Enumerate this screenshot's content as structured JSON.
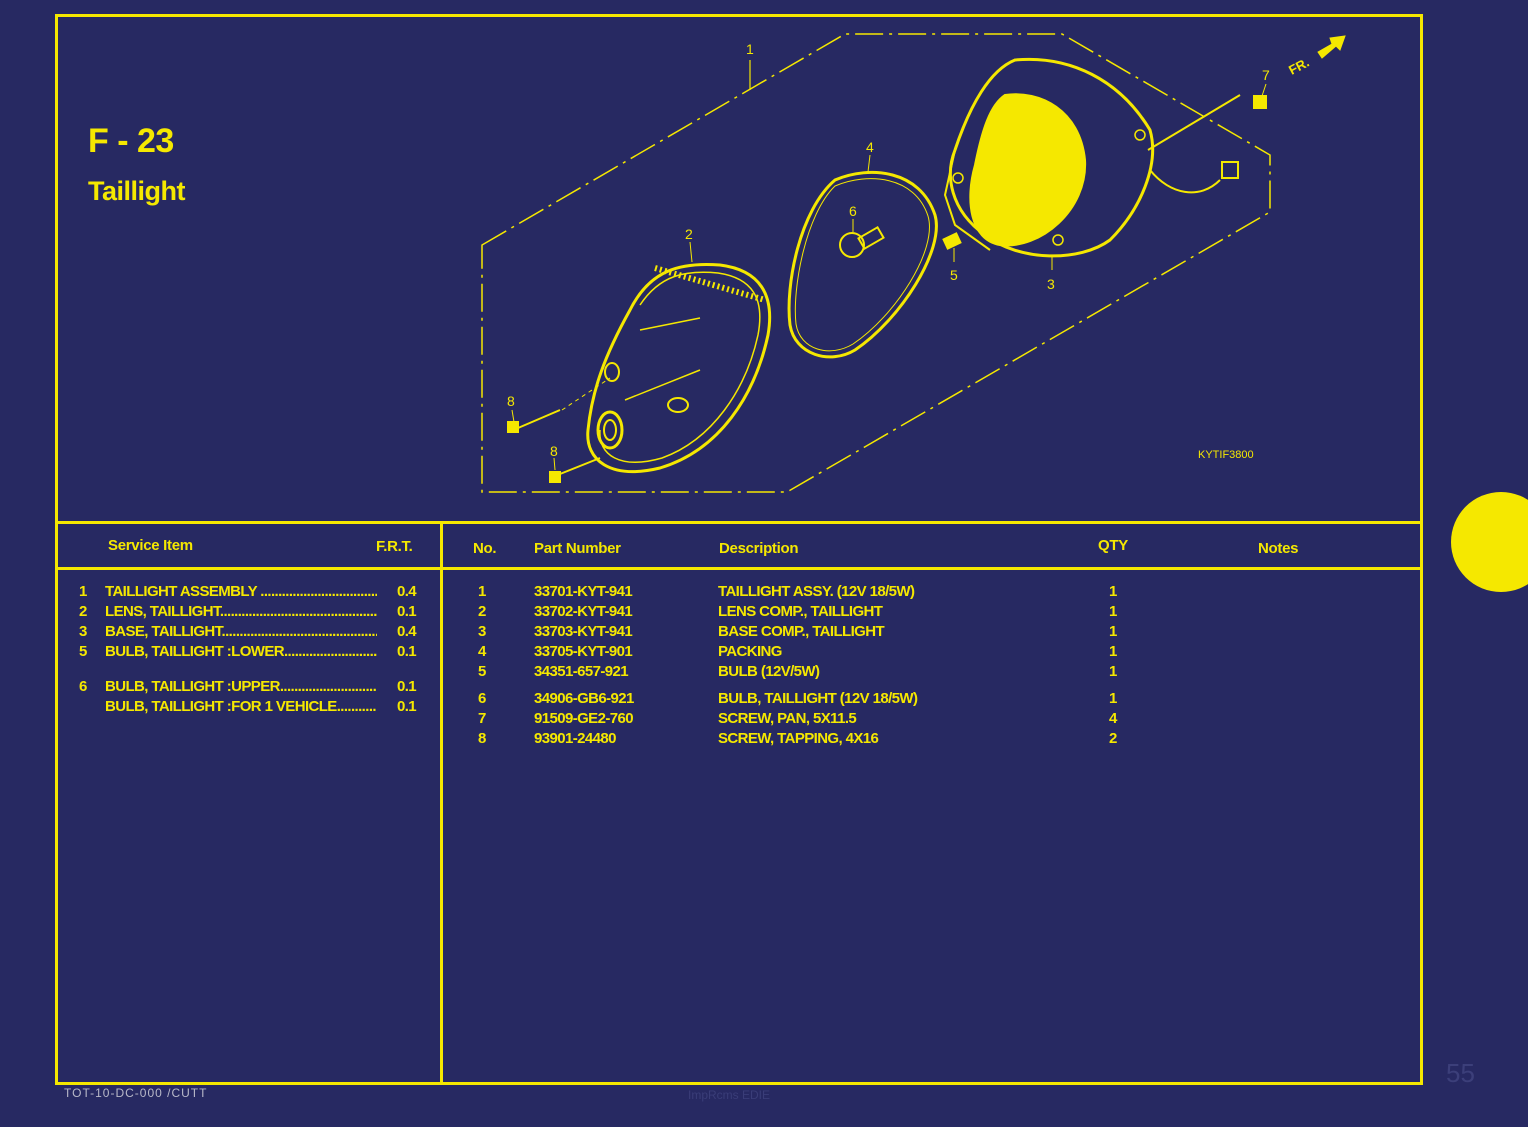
{
  "page": {
    "code": "F - 23",
    "name": "Taillight",
    "diagram_code": "KYTIF3800",
    "page_number": "55",
    "footer_left": "TOT-10-DC-000 /CUTT",
    "footer_mid": "ImpRcms EDIE"
  },
  "callouts": {
    "n1": "1",
    "n2": "2",
    "n3": "3",
    "n4": "4",
    "n5": "5",
    "n6": "6",
    "n7": "7",
    "n8a": "8",
    "n8b": "8",
    "fr": "FR."
  },
  "service_table": {
    "headers": {
      "item": "Service Item",
      "frt": "F.R.T."
    },
    "rows": [
      {
        "no": "1",
        "name": "TAILLIGHT ASSEMBLY ........................................",
        "frt": "0.4"
      },
      {
        "no": "2",
        "name": "LENS, TAILLIGHT...................................................",
        "frt": "0.1"
      },
      {
        "no": "3",
        "name": "BASE, TAILLIGHT..................................................",
        "frt": "0.4"
      },
      {
        "no": "5",
        "name": "BULB, TAILLIGHT :LOWER..................................",
        "frt": "0.1"
      },
      {
        "no": "6",
        "name": "BULB, TAILLIGHT :UPPER.......................................",
        "frt": "0.1"
      },
      {
        "no": "",
        "name": "BULB, TAILLIGHT :FOR 1 VEHICLE.................",
        "frt": "0.1"
      }
    ]
  },
  "parts_table": {
    "headers": {
      "no": "No.",
      "part": "Part Number",
      "desc": "Description",
      "qty": "QTY",
      "notes": "Notes"
    },
    "rows": [
      {
        "no": "1",
        "part": "33701-KYT-941",
        "desc": "TAILLIGHT ASSY. (12V 18/5W)",
        "qty": "1"
      },
      {
        "no": "2",
        "part": "33702-KYT-941",
        "desc": "LENS COMP., TAILLIGHT",
        "qty": "1"
      },
      {
        "no": "3",
        "part": "33703-KYT-941",
        "desc": "BASE COMP., TAILLIGHT",
        "qty": "1"
      },
      {
        "no": "4",
        "part": "33705-KYT-901",
        "desc": "PACKING",
        "qty": "1"
      },
      {
        "no": "5",
        "part": "34351-657-921",
        "desc": "BULB (12V/5W)",
        "qty": "1"
      },
      {
        "no": "6",
        "part": "34906-GB6-921",
        "desc": "BULB, TAILLIGHT (12V 18/5W)",
        "qty": "1"
      },
      {
        "no": "7",
        "part": "91509-GE2-760",
        "desc": "SCREW, PAN, 5X11.5",
        "qty": "4"
      },
      {
        "no": "8",
        "part": "93901-24480",
        "desc": "SCREW, TAPPING, 4X16",
        "qty": "2"
      }
    ]
  },
  "colors": {
    "background": "#272962",
    "accent": "#f5e800"
  }
}
